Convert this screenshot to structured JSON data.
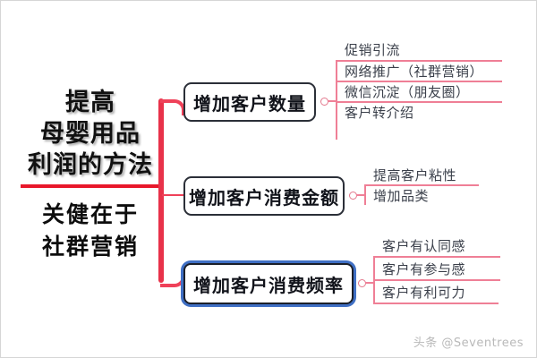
{
  "mindmap": {
    "root": {
      "title_lines": [
        "提高",
        "母婴用品",
        "利润的方法"
      ],
      "subtitle_lines": [
        "关健在于",
        "社群营销"
      ],
      "divider_color": "#e8172b",
      "trunk_color": "#e8324a"
    },
    "branches": [
      {
        "label": "增加客户数量",
        "border_color": "#2b2f38",
        "highlighted": false,
        "leaves": [
          "促销引流",
          "网络推广（社群营销）",
          "微信沉淀（朋友圈）",
          "客户转介绍"
        ]
      },
      {
        "label": "增加客户消费金额",
        "border_color": "#2b2f38",
        "highlighted": false,
        "leaves": [
          "提高客户粘性",
          "增加品类"
        ]
      },
      {
        "label": "增加客户消费频率",
        "border_color": "#3f6fc4",
        "highlighted": true,
        "leaves": [
          "客户有认同感",
          "客户有参与感",
          "客户有利可力"
        ]
      }
    ],
    "connector_color": "#ef7f96"
  },
  "watermark": {
    "text": "头条 @Seventrees"
  }
}
